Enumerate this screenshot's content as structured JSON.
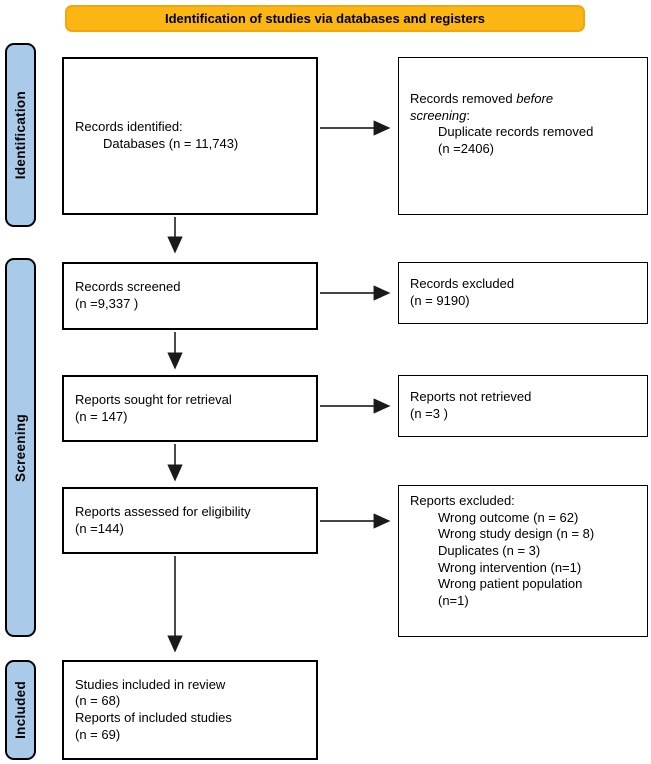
{
  "banner": {
    "label": "Identification of studies via databases and registers"
  },
  "colors": {
    "banner_fill": "#FBB614",
    "banner_border": "#F2A60C",
    "stage_fill": "#A9CBE9",
    "arrow": "#2b2b2b"
  },
  "sidebar": {
    "items": [
      {
        "id": "identification",
        "label": "Identification"
      },
      {
        "id": "screening",
        "label": "Screening"
      },
      {
        "id": "included",
        "label": "Included"
      }
    ]
  },
  "boxes": {
    "records_identified": {
      "title": "Records identified:",
      "detail": "Databases (n = 11,743)"
    },
    "records_removed": {
      "line1_regular": "Records removed ",
      "line1_italic": "before",
      "line2_italic": "screening",
      "line2_regular": ":",
      "detail": "Duplicate records removed",
      "count": "(n =2406)"
    },
    "records_screened": {
      "line1": "Records screened",
      "line2": "(n =9,337 )"
    },
    "records_excluded": {
      "line1": "Records excluded",
      "line2": "(n = 9190)"
    },
    "reports_sought": {
      "line1": "Reports sought for retrieval",
      "line2": "(n = 147)"
    },
    "reports_not_retrieved": {
      "line1": "Reports not retrieved",
      "line2": "(n =3 )"
    },
    "reports_assessed": {
      "line1": "Reports assessed for eligibility",
      "line2": "(n =144)"
    },
    "reports_excluded": {
      "title": "Reports excluded:",
      "items": [
        "Wrong outcome (n = 62)",
        "Wrong study design (n = 8)",
        "Duplicates (n = 3)",
        "Wrong intervention (n=1)",
        "Wrong patient population (n=1)"
      ]
    },
    "studies_included": {
      "line1": "Studies included in review",
      "line2": "(n = 68)",
      "line3": "Reports of included studies",
      "line4": "(n = 69)"
    }
  }
}
